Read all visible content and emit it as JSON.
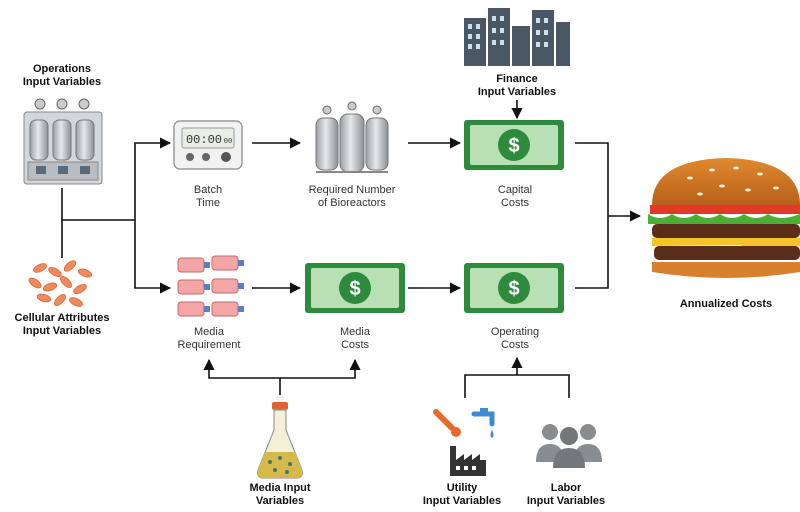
{
  "nodes": {
    "operations": {
      "line1": "Operations",
      "line2": "Input Variables"
    },
    "cellular": {
      "line1": "Cellular Attributes",
      "line2": "Input Variables"
    },
    "batch_time": {
      "line1": "Batch",
      "line2": "Time",
      "display": "00:00",
      "display_small": "00"
    },
    "bioreactors": {
      "line1": "Required Number",
      "line2": "of Bioreactors"
    },
    "finance": {
      "line1": "Finance",
      "line2": "Input Variables"
    },
    "capital_costs": {
      "line1": "Capital",
      "line2": "Costs"
    },
    "media_requirement": {
      "line1": "Media",
      "line2": "Requirement"
    },
    "media_costs": {
      "line1": "Media",
      "line2": "Costs"
    },
    "operating_costs": {
      "line1": "Operating",
      "line2": "Costs"
    },
    "annualized": {
      "line1": "Annualized Costs"
    },
    "media_input": {
      "line1": "Media Input",
      "line2": "Variables"
    },
    "utility": {
      "line1": "Utility",
      "line2": "Input Variables"
    },
    "labor": {
      "line1": "Labor",
      "line2": "Input Variables"
    }
  },
  "icons": {
    "dollar_symbol": "$"
  },
  "colors": {
    "money_green": "#2e8b3e",
    "money_light": "#b9e0b5",
    "arrow": "#111111",
    "label": "#333333"
  }
}
